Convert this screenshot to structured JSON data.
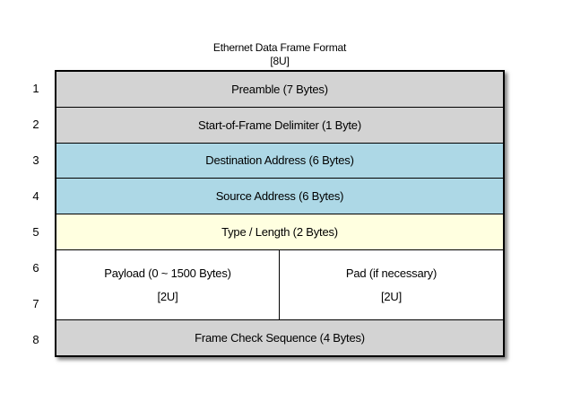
{
  "diagram": {
    "title": "Ethernet Data Frame Format",
    "subtitle": "[8U]",
    "row_numbers": [
      "1",
      "2",
      "3",
      "4",
      "5",
      "6",
      "7",
      "8"
    ],
    "fields": {
      "preamble": {
        "label": "Preamble (7 Bytes)"
      },
      "sfd": {
        "label": "Start-of-Frame Delimiter (1 Byte)"
      },
      "destination": {
        "label": "Destination Address (6 Bytes)"
      },
      "source": {
        "label": "Source Address (6 Bytes)"
      },
      "type_length": {
        "label": "Type / Length (2 Bytes)"
      },
      "payload": {
        "label": "Payload (0 ~ 1500 Bytes)",
        "units": "[2U]"
      },
      "pad": {
        "label": "Pad (if necessary)",
        "units": "[2U]"
      },
      "fcs": {
        "label": "Frame Check Sequence (4 Bytes)"
      }
    }
  },
  "colors": {
    "gray": "#d3d3d3",
    "blue": "#add8e6",
    "yellow": "#ffffe0",
    "white": "#ffffff",
    "border": "#000000"
  }
}
